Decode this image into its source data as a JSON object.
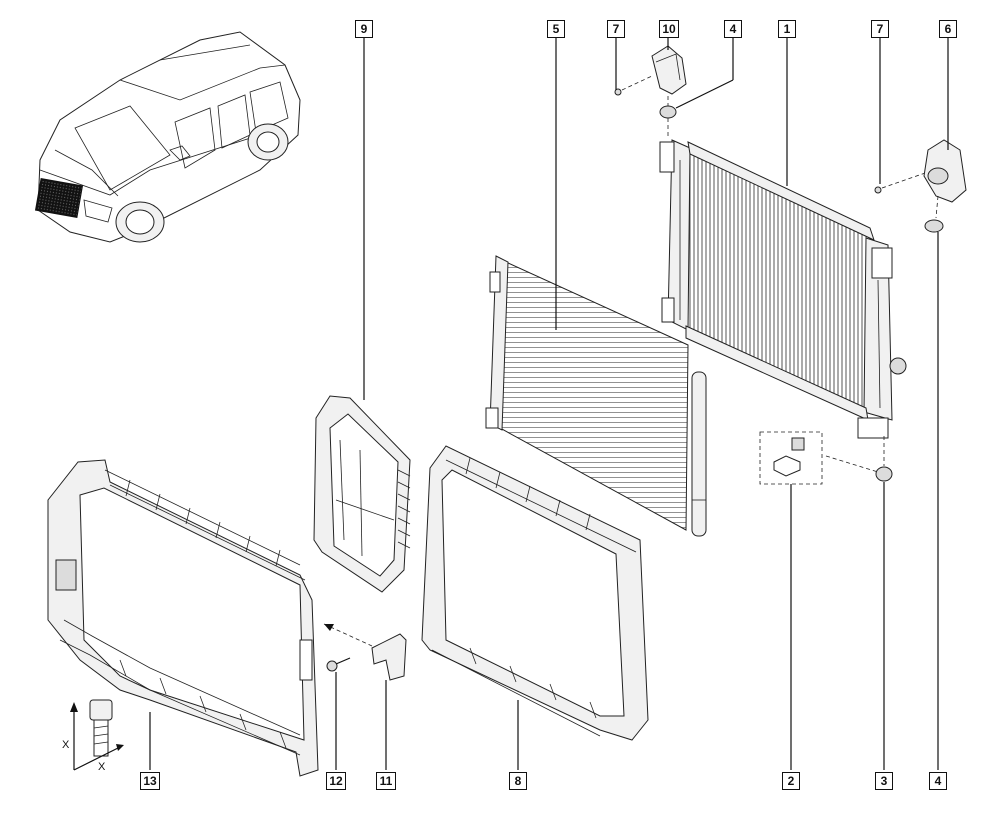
{
  "callouts": {
    "c1": "1",
    "c2": "2",
    "c3": "3",
    "c4_top": "4",
    "c4_bottom": "4",
    "c5": "5",
    "c6": "6",
    "c7_left": "7",
    "c7_right": "7",
    "c8": "8",
    "c9": "9",
    "c10": "10",
    "c11": "11",
    "c12": "12",
    "c13": "13"
  },
  "torque_labels": {
    "x_vertical": "X",
    "x_horizontal": "X"
  },
  "colors": {
    "line": "#111111",
    "grille": "#111111",
    "part_fill": "#f1f1f1"
  }
}
